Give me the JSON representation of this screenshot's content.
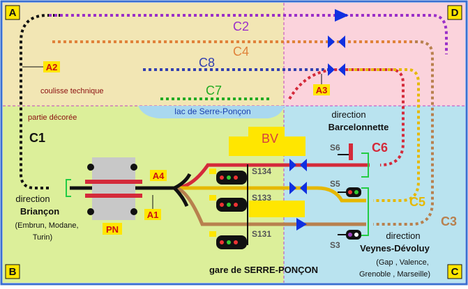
{
  "corners": {
    "a": "A",
    "b": "B",
    "c": "C",
    "d": "D"
  },
  "zones": {
    "technical": "coulisse technique",
    "decorated": "partie décorée",
    "lake": "lac de Serre-Ponçon"
  },
  "tracks": {
    "c1": "C1",
    "c2": "C2",
    "c3": "C3",
    "c4": "C4",
    "c5": "C5",
    "c6": "C6",
    "c7": "C7",
    "c8": "C8"
  },
  "points": {
    "a1": "A1",
    "a2": "A2",
    "a3": "A3",
    "a4": "A4"
  },
  "station": {
    "bv": "BV",
    "pn": "PN",
    "name": "gare de SERRE-PONÇON"
  },
  "signals": {
    "s134": "S134",
    "s133": "S133",
    "s131": "S131",
    "s6": "S6",
    "s5": "S5",
    "s3": "S3"
  },
  "directions": {
    "barcelonnette_prefix": "direction",
    "barcelonnette_name": "Barcelonnette",
    "briancon_prefix": "direction",
    "briancon_name": "Briançon",
    "briancon_via1": "(Embrun, Modane,",
    "briancon_via2": "Turin)",
    "veynes_prefix": "direction",
    "veynes_name": "Veynes-Dévoluy",
    "veynes_via1": "(Gap , Valence,",
    "veynes_via2": "Grenoble , Marseille)"
  },
  "colors": {
    "c1": "#111111",
    "c2": "#9b30c8",
    "c3": "#b8804e",
    "c4": "#e0823a",
    "c5": "#e6b800",
    "c6": "#d42a3a",
    "c7": "#22aa22",
    "c8": "#3340b0",
    "label": "#ffe600",
    "label_text": "#cc1010",
    "arrow": "#1030e0"
  }
}
